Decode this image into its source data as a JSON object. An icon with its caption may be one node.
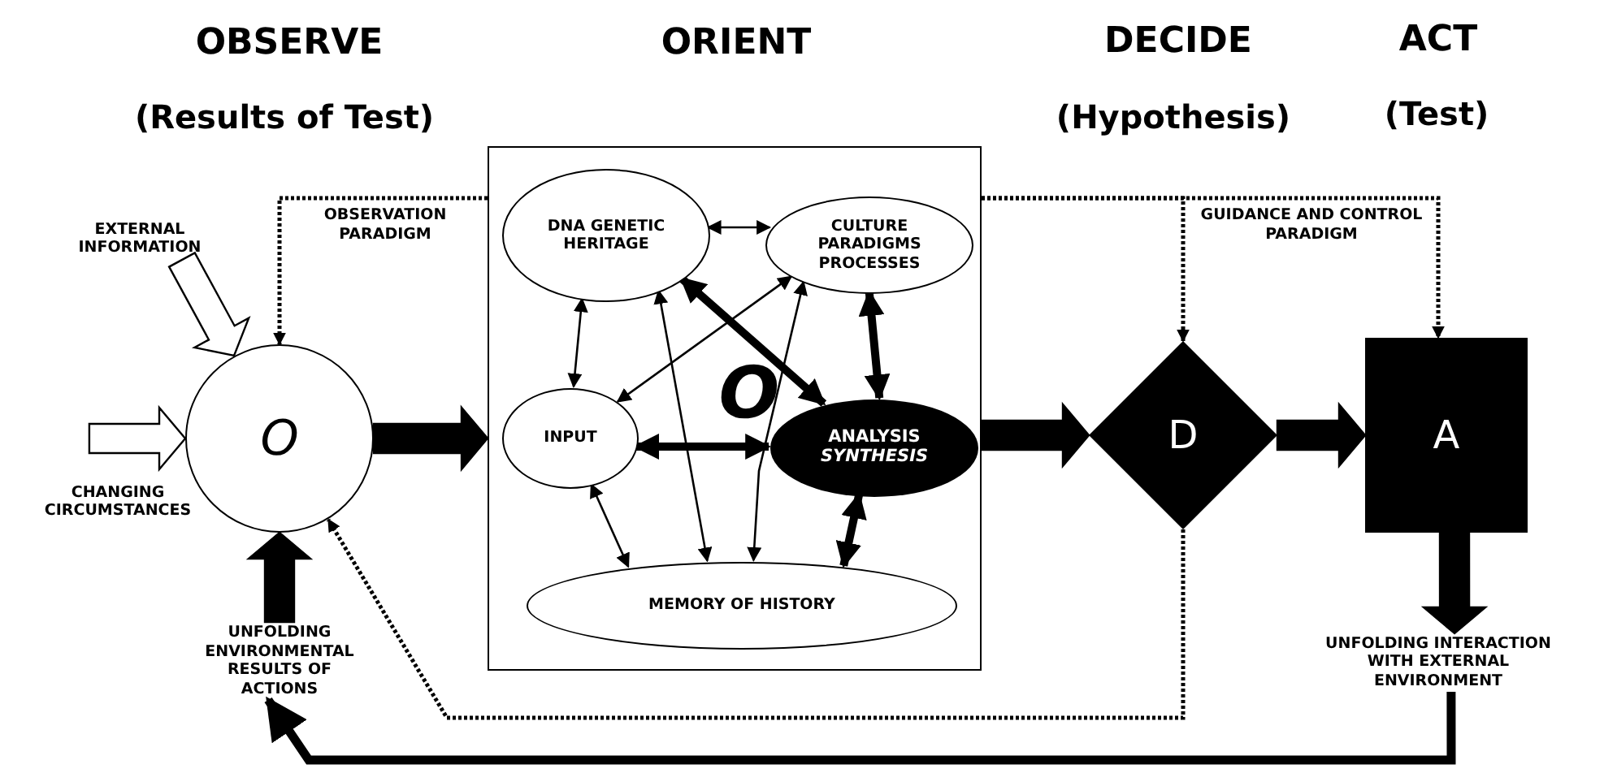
{
  "diagram": {
    "nodes": [
      {
        "text": [
          "EXTERNAL INFORMATION"
        ]
      },
      {
        "text": [
          "CHANGING CIRCUMSTANCES"
        ]
      },
      {
        "text": [
          "O"
        ]
      },
      {
        "text": [
          "O"
        ]
      },
      {
        "text": [
          "DNA GENETIC HERITAGE"
        ],
        "in": 3
      },
      {
        "text": [
          "CULTURE PARADIGMS PROCESSES"
        ],
        "in": 3
      },
      {
        "text": [
          "INPUT"
        ],
        "in": 3
      },
      {
        "text": [
          "ANALYSIS *SYNTHESIS*"
        ],
        "in": 3
      },
      {
        "text": [
          "MEMORY OF HISTORY"
        ],
        "in": 3
      },
      {
        "text": [
          "D"
        ]
      },
      {
        "text": [
          "A"
        ]
      },
      {
        "text": [
          "UNFOLDING INTERACTION WITH EXTERNAL ENVIRONMENT"
        ]
      },
      {
        "text": [
          "UNFOLDING ENVIRONMENTAL RESULTS OF ACTIONS"
        ]
      }
    ],
    "edges": [
      {
        "from": 0,
        "to": 2,
        "arrow": "to",
        "style": "thick"
      },
      {
        "from": 1,
        "to": 2,
        "arrow": "to",
        "style": "thick"
      },
      {
        "from": 12,
        "to": 2,
        "arrow": "to",
        "style": "thick"
      },
      {
        "from": 2,
        "to": 3,
        "arrow": "to",
        "style": "thick"
      },
      {
        "from": 3,
        "to": 9,
        "arrow": "to",
        "style": "thick"
      },
      {
        "from": 9,
        "to": 10,
        "arrow": "to",
        "style": "thick"
      },
      {
        "from": 10,
        "to": 11,
        "arrow": "to",
        "style": "thick"
      },
      {
        "from": 11,
        "to": 12,
        "arrow": "to",
        "style": "thick"
      },
      {
        "from": 3,
        "to": 2,
        "arrow": "to",
        "style": "dashed",
        "label": "OBSERVATION PARADIGM"
      },
      {
        "from": 3,
        "to": 9,
        "arrow": "to",
        "style": "dashed",
        "label": "GUIDANCE AND CONTROL PARADIGM"
      },
      {
        "from": 3,
        "to": 10,
        "arrow": "to",
        "style": "dashed"
      },
      {
        "from": 9,
        "to": 2,
        "arrow": "to",
        "style": "dashed"
      },
      {
        "from": 4,
        "to": 5,
        "arrow": "both"
      },
      {
        "from": 4,
        "to": 6,
        "arrow": "both"
      },
      {
        "from": 4,
        "to": 8,
        "arrow": "both"
      },
      {
        "from": 4,
        "to": 7,
        "arrow": "both",
        "style": "thick"
      },
      {
        "from": 5,
        "to": 6,
        "arrow": "both"
      },
      {
        "from": 5,
        "to": 8,
        "arrow": "both"
      },
      {
        "from": 5,
        "to": 7,
        "arrow": "both",
        "style": "thick"
      },
      {
        "from": 6,
        "to": 7,
        "arrow": "both",
        "style": "thick"
      },
      {
        "from": 6,
        "to": 8,
        "arrow": "both"
      },
      {
        "from": 7,
        "to": 8,
        "arrow": "both",
        "style": "thick"
      }
    ],
    "labels": [
      "OBSERVE",
      "ORIENT",
      "DECIDE",
      "ACT",
      "(Results of Test)",
      "(Hypothesis)",
      "(Test)"
    ]
  }
}
